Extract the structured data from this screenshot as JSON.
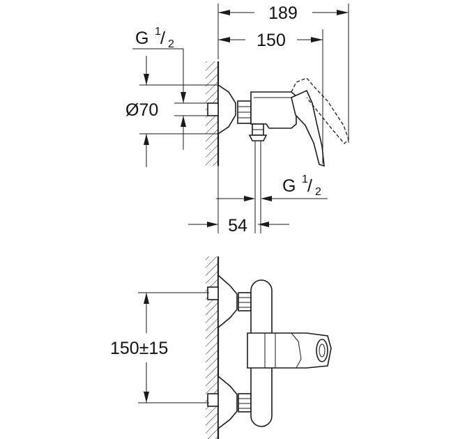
{
  "dimensions": {
    "overall_depth": "189",
    "handle_depth": "150",
    "inlet_thread_top": {
      "base": "G ",
      "num": "1",
      "den": "2"
    },
    "flange_diameter": "Ø70",
    "outlet_thread": {
      "base": "G ",
      "num": "1",
      "den": "2"
    },
    "outlet_offset": "54",
    "inlet_spacing": "150±15"
  }
}
